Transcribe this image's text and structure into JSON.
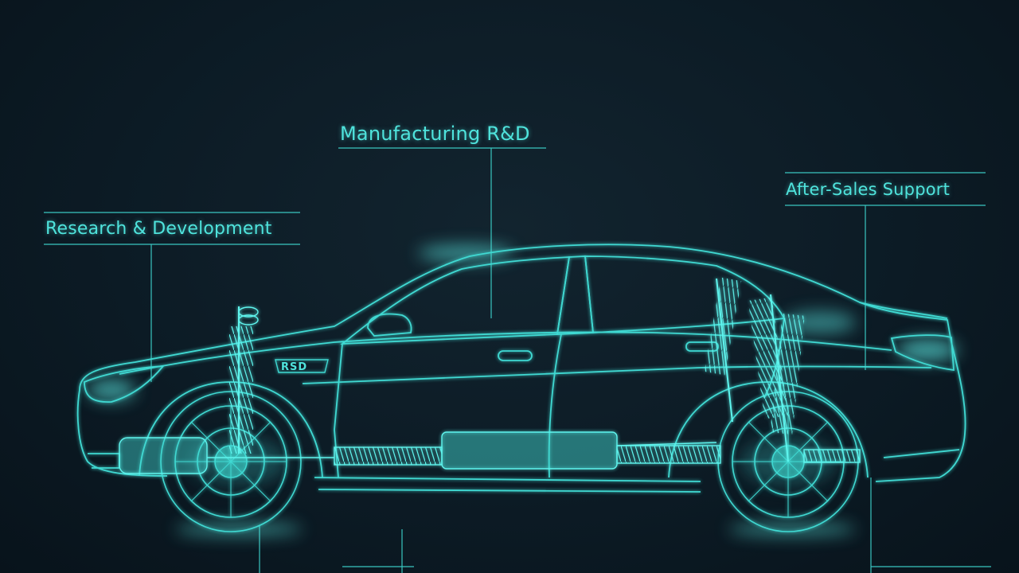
{
  "callouts": {
    "research_development": "Research & Development",
    "manufacturing": "Manufacturing R&D",
    "after_sales": "After-Sales Support"
  },
  "badge_text": "RSD",
  "colors": {
    "background": "#0c1a24",
    "line": "#3fd9d2",
    "glow": "#5ff5ee",
    "label": "#4fe3dc"
  }
}
